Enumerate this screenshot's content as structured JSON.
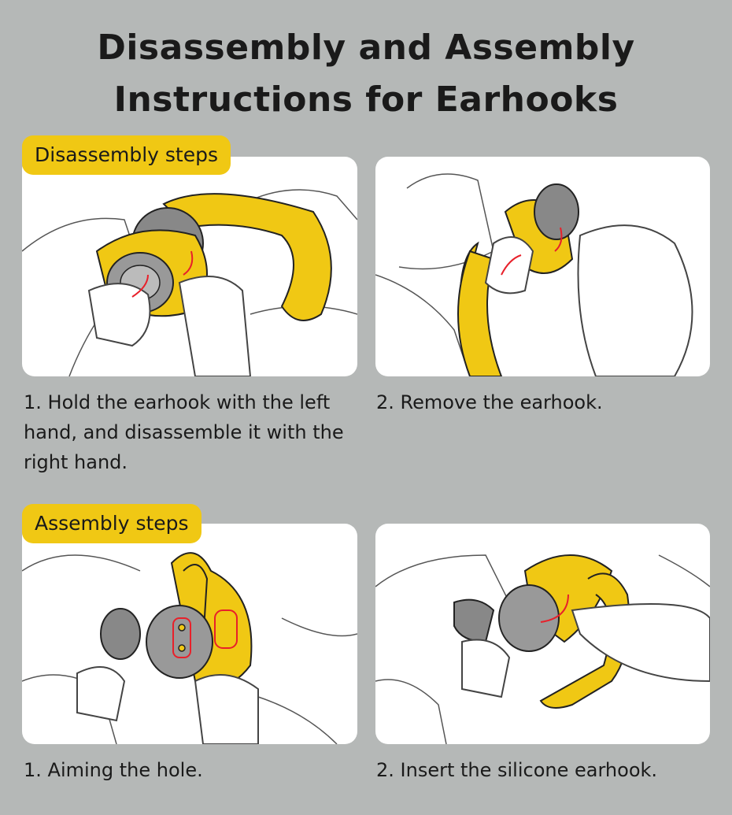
{
  "title_line1": "Disassembly and Assembly",
  "title_line2": "Instructions for Earhooks",
  "disassembly": {
    "label": "Disassembly steps",
    "step1": "1. Hold the earhook with the left hand, and disassemble it with the right hand.",
    "step2": "2. Remove the earhook."
  },
  "assembly": {
    "label": "Assembly steps",
    "step1": "1. Aiming the hole.",
    "step2": "2. Insert the silicone earhook."
  },
  "colors": {
    "accent": "#f0c814",
    "arrow": "#e8202a",
    "background": "#b5b8b7"
  }
}
